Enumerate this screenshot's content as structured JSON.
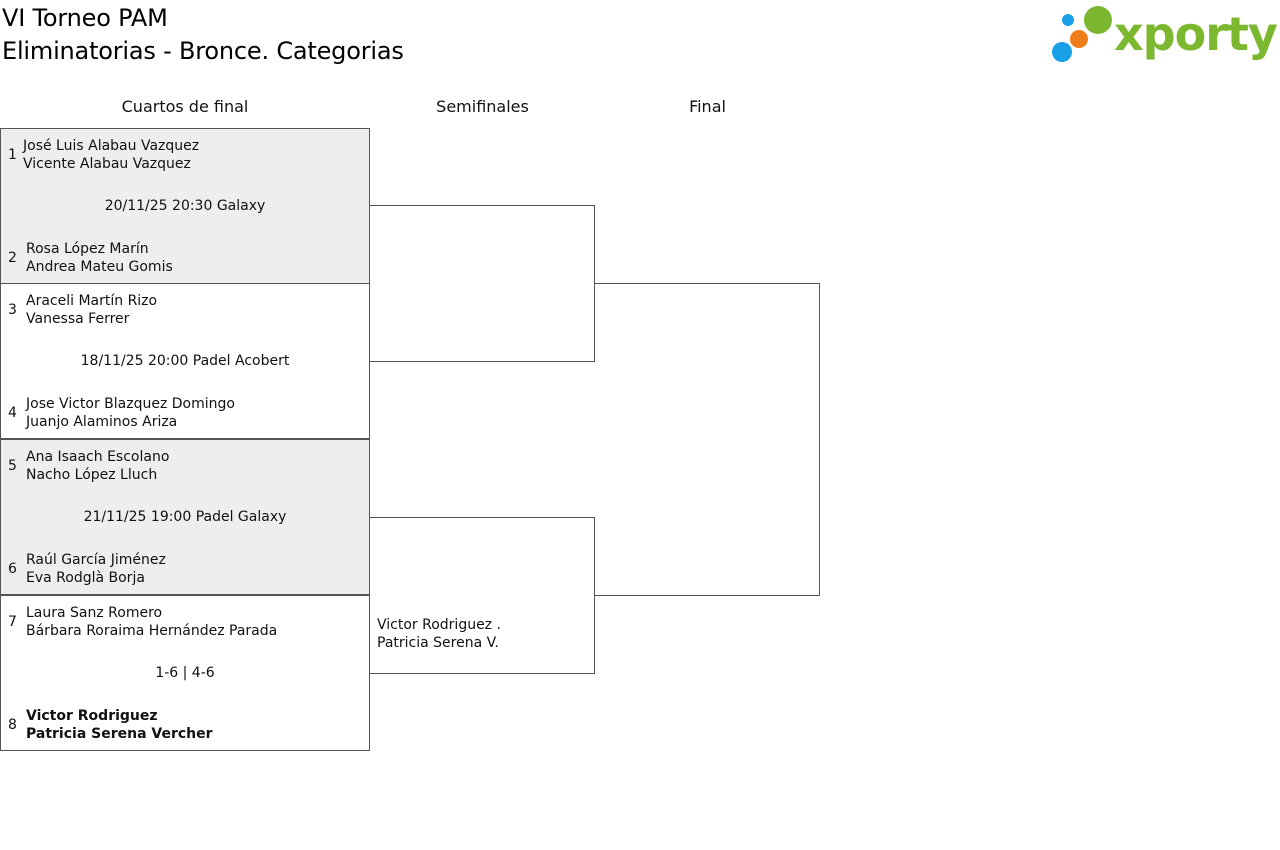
{
  "header": {
    "title": "VI Torneo PAM",
    "subtitle": "Eliminatorias - Bronce. Categorias",
    "logo_text": "xporty"
  },
  "logo_colors": {
    "green": "#7cb82f",
    "blue": "#1aa0e6",
    "orange": "#ef7d1a"
  },
  "rounds": [
    "Cuartos de final",
    "Semifinales",
    "Final"
  ],
  "matches": [
    {
      "top": {
        "seed": "1",
        "player1": "José Luis Alabau Vazquez",
        "player2": "Vicente Alabau Vazquez"
      },
      "info": "20/11/25 20:30 Galaxy",
      "bottom": {
        "seed": "2",
        "player1": "Rosa López Marín",
        "player2": "Andrea Mateu Gomis"
      }
    },
    {
      "top": {
        "seed": "3",
        "player1": "Araceli Martín Rizo",
        "player2": "Vanessa Ferrer"
      },
      "info": "18/11/25 20:00 Padel Acobert",
      "bottom": {
        "seed": "4",
        "player1": "Jose Victor Blazquez Domingo",
        "player2": "Juanjo Alaminos Ariza"
      }
    },
    {
      "top": {
        "seed": "5",
        "player1": "Ana Isaach Escolano",
        "player2": "Nacho López Lluch"
      },
      "info": "21/11/25 19:00 Padel Galaxy",
      "bottom": {
        "seed": "6",
        "player1": "Raúl García Jiménez",
        "player2": "Eva Rodglà Borja"
      }
    },
    {
      "top": {
        "seed": "7",
        "player1": "Laura Sanz Romero",
        "player2": "Bárbara Roraima Hernández Parada"
      },
      "info": "1-6 | 4-6",
      "bottom": {
        "seed": "8",
        "player1": "Victor Rodriguez",
        "player2": "Patricia Serena Vercher"
      }
    }
  ],
  "semifinal_entries": [
    {
      "player1": "Victor Rodriguez .",
      "player2": "Patricia Serena V."
    }
  ]
}
